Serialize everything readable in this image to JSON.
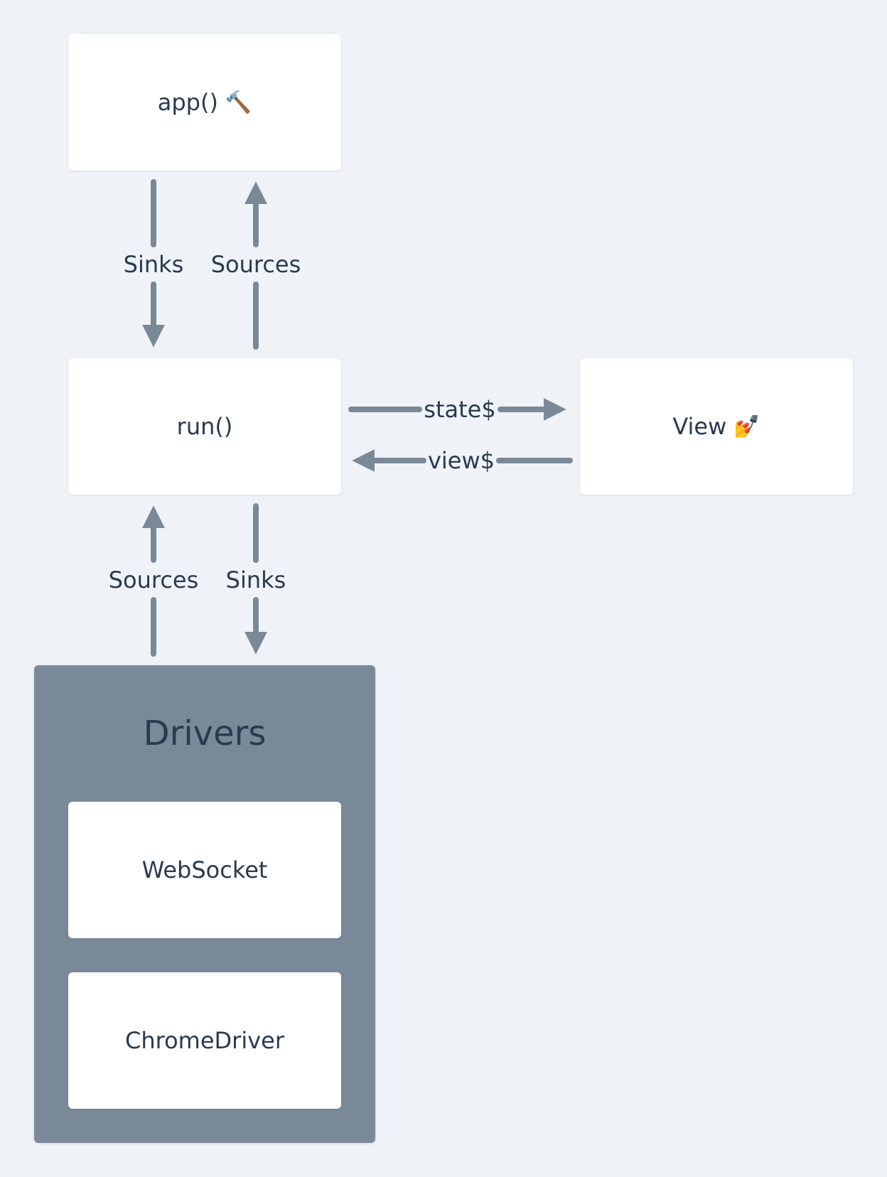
{
  "nodes": {
    "app": {
      "label": "app()",
      "icon": "🔨",
      "icon_name": "hammer-icon"
    },
    "run": {
      "label": "run()"
    },
    "view": {
      "label": "View",
      "icon": "💅",
      "icon_name": "nail-polish-icon"
    },
    "drivers": {
      "title": "Drivers",
      "items": [
        "WebSocket",
        "ChromeDriver"
      ]
    }
  },
  "edges": {
    "app_to_run": "Sinks",
    "run_to_app": "Sources",
    "drivers_to_run": "Sources",
    "run_to_drivers": "Sinks",
    "run_to_view": "state$",
    "view_to_run": "view$"
  },
  "colors": {
    "background": "#eff3f7",
    "box": "#ffffff",
    "drivers_panel": "#7a8998",
    "arrow": "#7a8998",
    "text": "#2a3a4e"
  }
}
